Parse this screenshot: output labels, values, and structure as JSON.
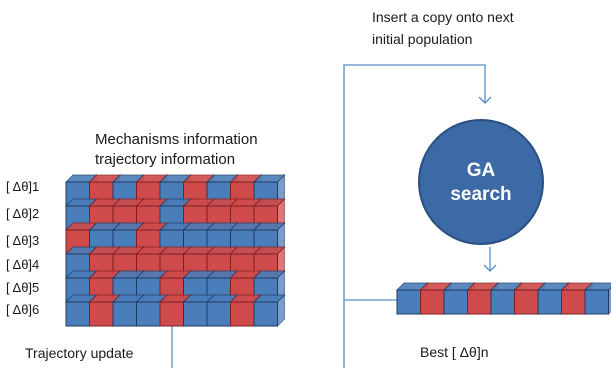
{
  "insert_copy_text": [
    "Insert a copy onto next",
    "initial population"
  ],
  "mechanisms_text": [
    "Mechanisms information",
    "trajectory information"
  ],
  "ga_node": {
    "line1": "GA",
    "line2": "search"
  },
  "trajectory_update_text": "Trajectory update",
  "best_label": "Best [ Δθ]n",
  "row_labels": [
    "[ Δθ]1",
    "[ Δθ]2",
    "[ Δθ]3",
    "[ Δθ]4",
    "[ Δθ]5",
    "[ Δθ]6"
  ],
  "population_grid": [
    [
      "B",
      "R",
      "B",
      "R",
      "B",
      "R",
      "B",
      "R",
      "B"
    ],
    [
      "B",
      "R",
      "R",
      "R",
      "B",
      "R",
      "R",
      "R",
      "R"
    ],
    [
      "R",
      "B",
      "B",
      "R",
      "B",
      "B",
      "B",
      "B",
      "B"
    ],
    [
      "B",
      "R",
      "R",
      "R",
      "R",
      "R",
      "R",
      "R",
      "R"
    ],
    [
      "B",
      "R",
      "B",
      "B",
      "R",
      "B",
      "B",
      "R",
      "B"
    ],
    [
      "B",
      "R",
      "B",
      "B",
      "R",
      "B",
      "B",
      "R",
      "B"
    ]
  ],
  "best_chromosome": [
    "B",
    "R",
    "B",
    "R",
    "B",
    "R",
    "B",
    "R",
    "B"
  ],
  "colors": {
    "blue": "#4a7ebb",
    "blue_dark": "#1f3a60",
    "red": "#cf4a4a",
    "red_dark": "#7d1f1f",
    "arrow": "#5b8fc9",
    "line": "#5b8fc9",
    "circle": "#3b6aa6"
  }
}
